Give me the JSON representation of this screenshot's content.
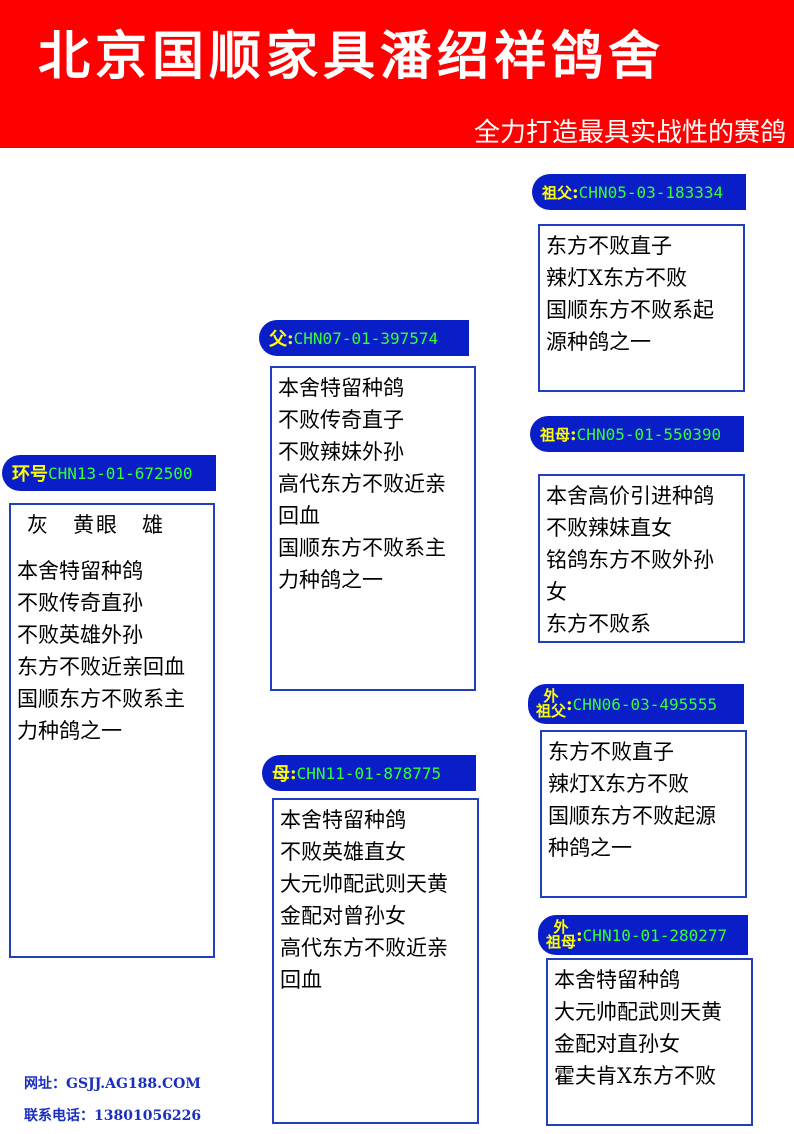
{
  "header": {
    "title": "北京国顺家具潘绍祥鸽舍",
    "slogan": "全力打造最具实战性的赛鸽"
  },
  "bird": {
    "role": "环号",
    "ring": "CHN13-01-672500",
    "color_line": "灰　黄眼　雄",
    "lines": [
      "本舍特留种鸽",
      "不败传奇直孙",
      "不败英雄外孙",
      "东方不败近亲回血",
      "国顺东方不败系主",
      "力种鸽之一"
    ]
  },
  "father": {
    "role": "父",
    "ring": "CHN07-01-397574",
    "lines": [
      "本舍特留种鸽",
      "不败传奇直子",
      "不败辣妹外孙",
      "高代东方不败近亲",
      "回血",
      "国顺东方不败系主",
      "力种鸽之一"
    ]
  },
  "mother": {
    "role": "母",
    "ring": "CHN11-01-878775",
    "lines": [
      "本舍特留种鸽",
      "不败英雄直女",
      "大元帅配武则天黄",
      "金配对曾孙女",
      "高代东方不败近亲",
      "回血"
    ]
  },
  "paternal_grandfather": {
    "role": "祖父",
    "ring": "CHN05-03-183334",
    "lines": [
      "东方不败直子",
      "辣灯X东方不败",
      "国顺东方不败系起",
      "源种鸽之一"
    ]
  },
  "paternal_grandmother": {
    "role": "祖母",
    "ring": "CHN05-01-550390",
    "lines": [
      "本舍高价引进种鸽",
      "不败辣妹直女",
      "铭鸽东方不败外孙",
      "女",
      "东方不败系"
    ]
  },
  "maternal_grandfather": {
    "role_top": "外",
    "role_bottom": "祖父",
    "ring": "CHN06-03-495555",
    "lines": [
      "东方不败直子",
      "辣灯X东方不败",
      "国顺东方不败起源",
      "种鸽之一"
    ]
  },
  "maternal_grandmother": {
    "role_top": "外",
    "role_bottom": "祖母",
    "ring": "CHN10-01-280277",
    "lines": [
      "本舍特留种鸽",
      "大元帅配武则天黄",
      "金配对直孙女",
      "霍夫肯X东方不败"
    ]
  },
  "footer": {
    "website": "网址：GSJJ.AG188.COM",
    "phone": "联系电话：13801056226"
  }
}
